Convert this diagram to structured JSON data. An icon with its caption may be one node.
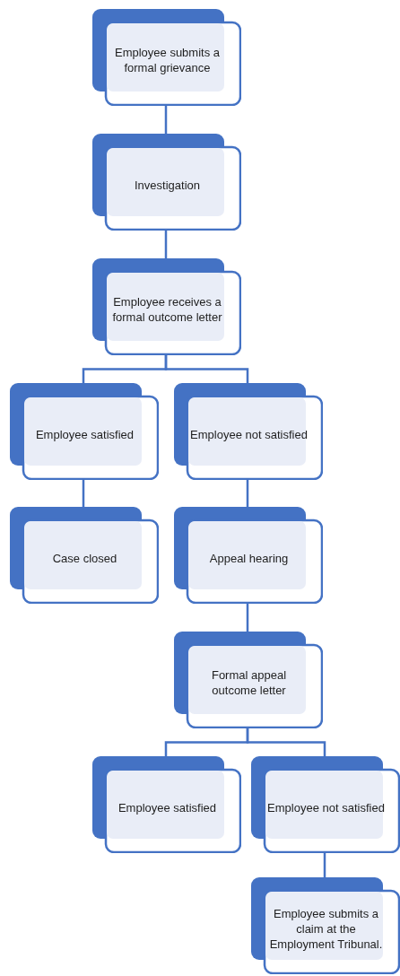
{
  "diagram": {
    "nodes": [
      {
        "text": [
          "Employee submits a formal grievance"
        ]
      },
      {
        "text": [
          "Investigation"
        ]
      },
      {
        "text": [
          "Employee receives a formal  outcome letter"
        ]
      },
      {
        "text": [
          "Employee satisfied"
        ]
      },
      {
        "text": [
          "Employee not satisfied"
        ]
      },
      {
        "text": [
          "Case closed"
        ]
      },
      {
        "text": [
          "Appeal hearing"
        ]
      },
      {
        "text": [
          "Formal appeal outcome letter"
        ]
      },
      {
        "text": [
          "Employee satisfied"
        ]
      },
      {
        "text": [
          "Employee not satisfied"
        ]
      },
      {
        "text": [
          "Employee submits a claim at the Employment Tribunal."
        ]
      }
    ],
    "edges": [
      {
        "from": 0,
        "to": 1,
        "arrow": "none"
      },
      {
        "from": 1,
        "to": 2,
        "arrow": "none"
      },
      {
        "from": 2,
        "to": 3,
        "arrow": "none"
      },
      {
        "from": 2,
        "to": 4,
        "arrow": "none"
      },
      {
        "from": 3,
        "to": 5,
        "arrow": "none"
      },
      {
        "from": 4,
        "to": 6,
        "arrow": "none"
      },
      {
        "from": 6,
        "to": 7,
        "arrow": "none"
      },
      {
        "from": 7,
        "to": 8,
        "arrow": "none"
      },
      {
        "from": 7,
        "to": 9,
        "arrow": "none"
      },
      {
        "from": 9,
        "to": 10,
        "arrow": "none"
      }
    ]
  }
}
